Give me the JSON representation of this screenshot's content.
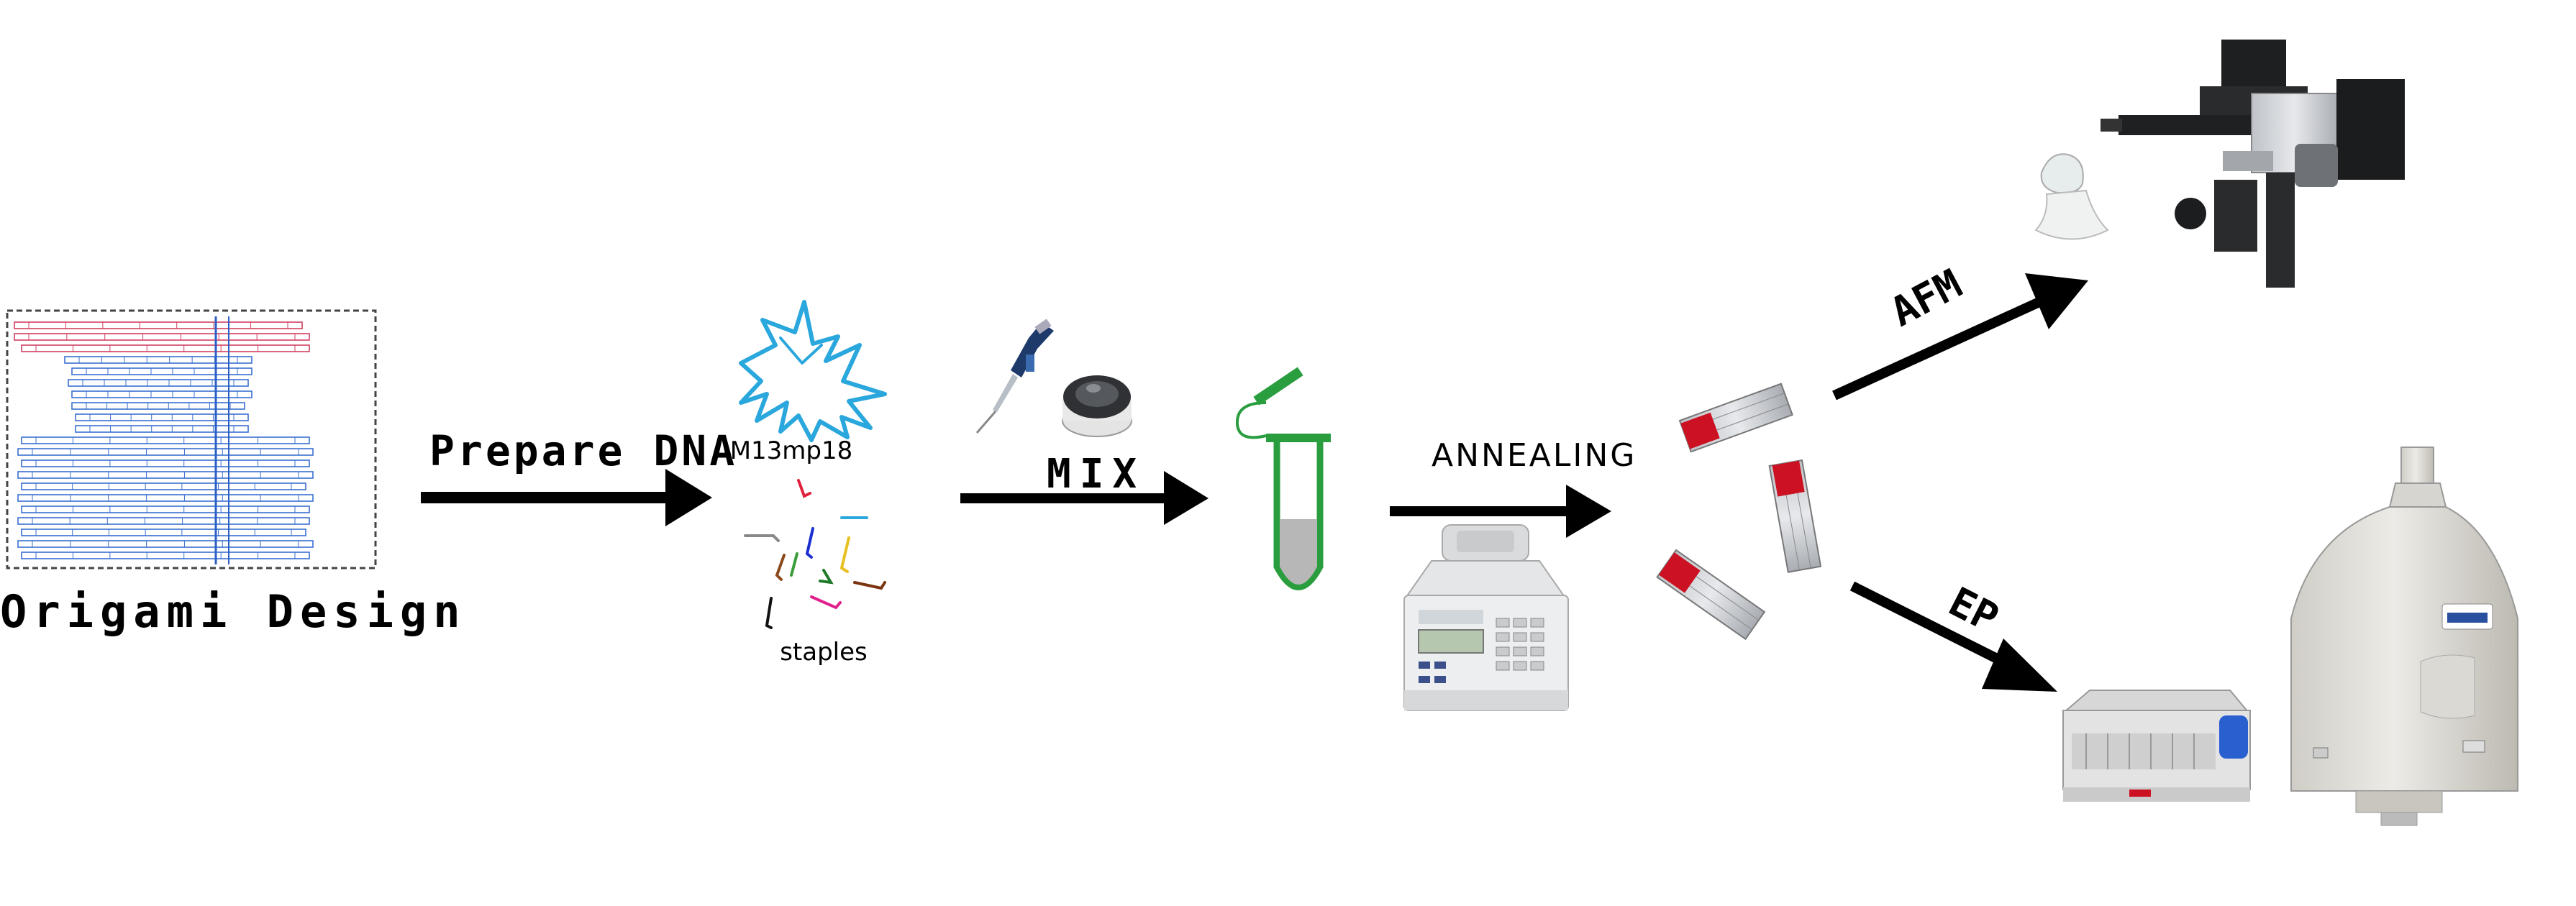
{
  "steps": {
    "origami_design": "Origami Design",
    "prepare_dna": "Prepare DNA",
    "mix": "MIX",
    "annealing": "ANNEALING",
    "afm": "AFM",
    "ep": "EP"
  },
  "materials": {
    "scaffold": "M13mp18",
    "staples": "staples"
  },
  "colors": {
    "arrow": "#000000",
    "scaffold_strand": "#2aa7dc",
    "tube": "#2a9d3f",
    "origami_block": "#cc1122",
    "design_blue": "#3a6fd0",
    "design_red": "#d04060"
  },
  "icons": {
    "design": "origami-design-schematic-icon",
    "scaffold": "scaffold-strand-icon",
    "staples": "staple-strands-icon",
    "pipette": "pipette-icon",
    "centrifuge": "mini-centrifuge-icon",
    "tube": "microtube-icon",
    "thermocycler": "thermal-cycler-icon",
    "afm": "atomic-force-microscope-icon",
    "gel": "gel-electrophoresis-tank-icon",
    "imager": "gel-imager-icon"
  }
}
